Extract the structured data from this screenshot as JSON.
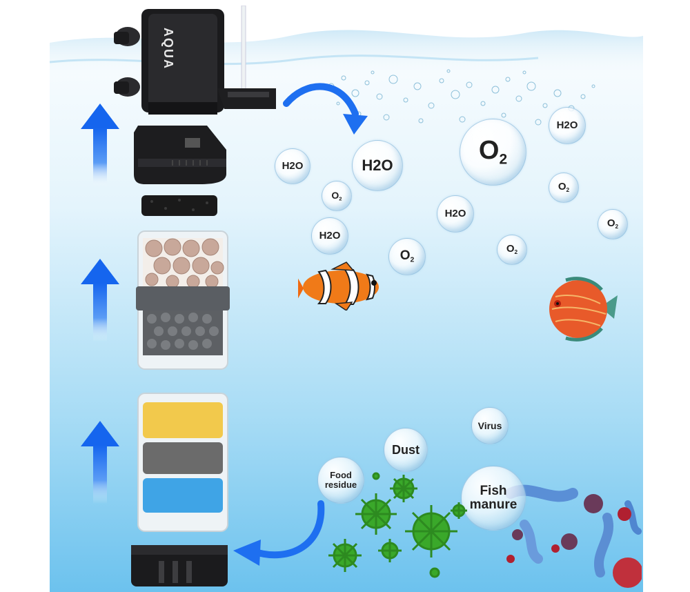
{
  "brand_text": "AQUA",
  "bubbles": {
    "h2o_1": "H2O",
    "h2o_2": "H2O",
    "h2o_3": "H2O",
    "h2o_4": "H2O",
    "h2o_5": "H2O",
    "o2_main": "O",
    "o2_main_sub": "2",
    "o2_1": "O",
    "o2_1_sub": "2",
    "o2_2": "O",
    "o2_2_sub": "2",
    "o2_3": "O",
    "o2_3_sub": "2",
    "o2_4": "O",
    "o2_4_sub": "2",
    "o2_5": "O",
    "o2_5_sub": "2",
    "virus": "Virus",
    "dust": "Dust",
    "food_residue_1": "Food",
    "food_residue_2": "residue",
    "fish_manure_1": "Fish",
    "fish_manure_2": "manure"
  },
  "colors": {
    "arrow_blue": "#1e6ff0",
    "water_top": "#ffffff",
    "water_bottom": "#7fcbf0",
    "sponge_yellow": "#f2c94c",
    "sponge_gray": "#6b6b6b",
    "sponge_blue": "#3fa4e6",
    "virus_green": "#3aa82a"
  },
  "icons": [
    "filter-pump-icon",
    "arrow-up-icon",
    "curved-arrow-icon",
    "clownfish-icon",
    "discus-fish-icon",
    "virus-icon",
    "bacteria-icon"
  ]
}
